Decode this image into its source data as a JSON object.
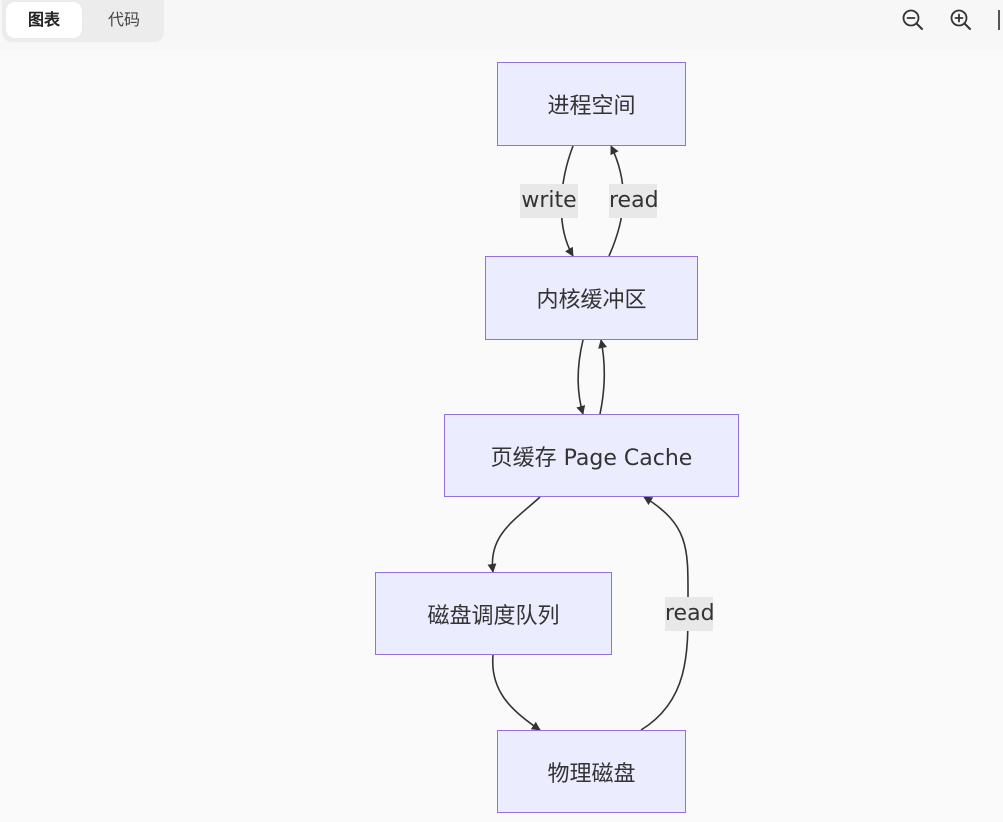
{
  "toolbar": {
    "tabs": [
      {
        "label": "图表",
        "active": true
      },
      {
        "label": "代码",
        "active": false
      }
    ],
    "zoom_out_icon": "zoom-out-icon",
    "zoom_in_icon": "zoom-in-icon"
  },
  "diagram": {
    "nodes": {
      "process_space": "进程空间",
      "kernel_buffer": "内核缓冲区",
      "page_cache": "页缓存 Page Cache",
      "disk_queue": "磁盘调度队列",
      "physical_disk": "物理磁盘"
    },
    "edges": [
      {
        "from": "process_space",
        "to": "kernel_buffer",
        "label": "write"
      },
      {
        "from": "kernel_buffer",
        "to": "process_space",
        "label": "read"
      },
      {
        "from": "kernel_buffer",
        "to": "page_cache",
        "label": ""
      },
      {
        "from": "page_cache",
        "to": "kernel_buffer",
        "label": ""
      },
      {
        "from": "page_cache",
        "to": "disk_queue",
        "label": ""
      },
      {
        "from": "disk_queue",
        "to": "physical_disk",
        "label": ""
      },
      {
        "from": "physical_disk",
        "to": "page_cache",
        "label": "read"
      }
    ],
    "colors": {
      "node_fill": "#ececff",
      "node_border": "#9370db",
      "edge": "#333333",
      "label_bg": "#e8e8e8"
    }
  }
}
